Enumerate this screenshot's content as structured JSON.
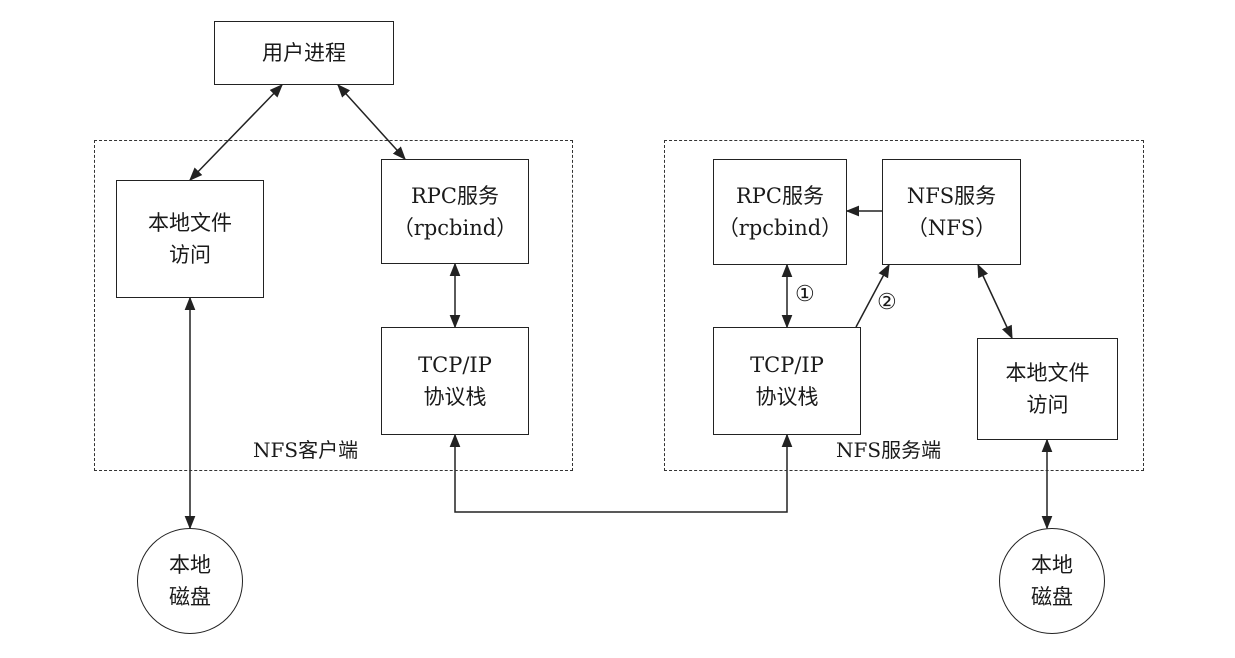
{
  "user_process": {
    "label": "用户进程"
  },
  "client": {
    "label": "NFS客户端",
    "local_file_access": {
      "line1": "本地文件",
      "line2": "访问"
    },
    "rpc_service": {
      "line1": "RPC服务",
      "line2": "（rpcbind）"
    },
    "tcpip_stack": {
      "line1": "TCP/IP",
      "line2": "协议栈"
    },
    "local_disk": {
      "line1": "本地",
      "line2": "磁盘"
    }
  },
  "server": {
    "label": "NFS服务端",
    "rpc_service": {
      "line1": "RPC服务",
      "line2": "（rpcbind）"
    },
    "nfs_service": {
      "line1": "NFS服务",
      "line2": "（NFS）"
    },
    "tcpip_stack": {
      "line1": "TCP/IP",
      "line2": "协议栈"
    },
    "local_file_access": {
      "line1": "本地文件",
      "line2": "访问"
    },
    "local_disk": {
      "line1": "本地",
      "line2": "磁盘"
    }
  },
  "step_markers": {
    "step1": "①",
    "step2": "②"
  }
}
